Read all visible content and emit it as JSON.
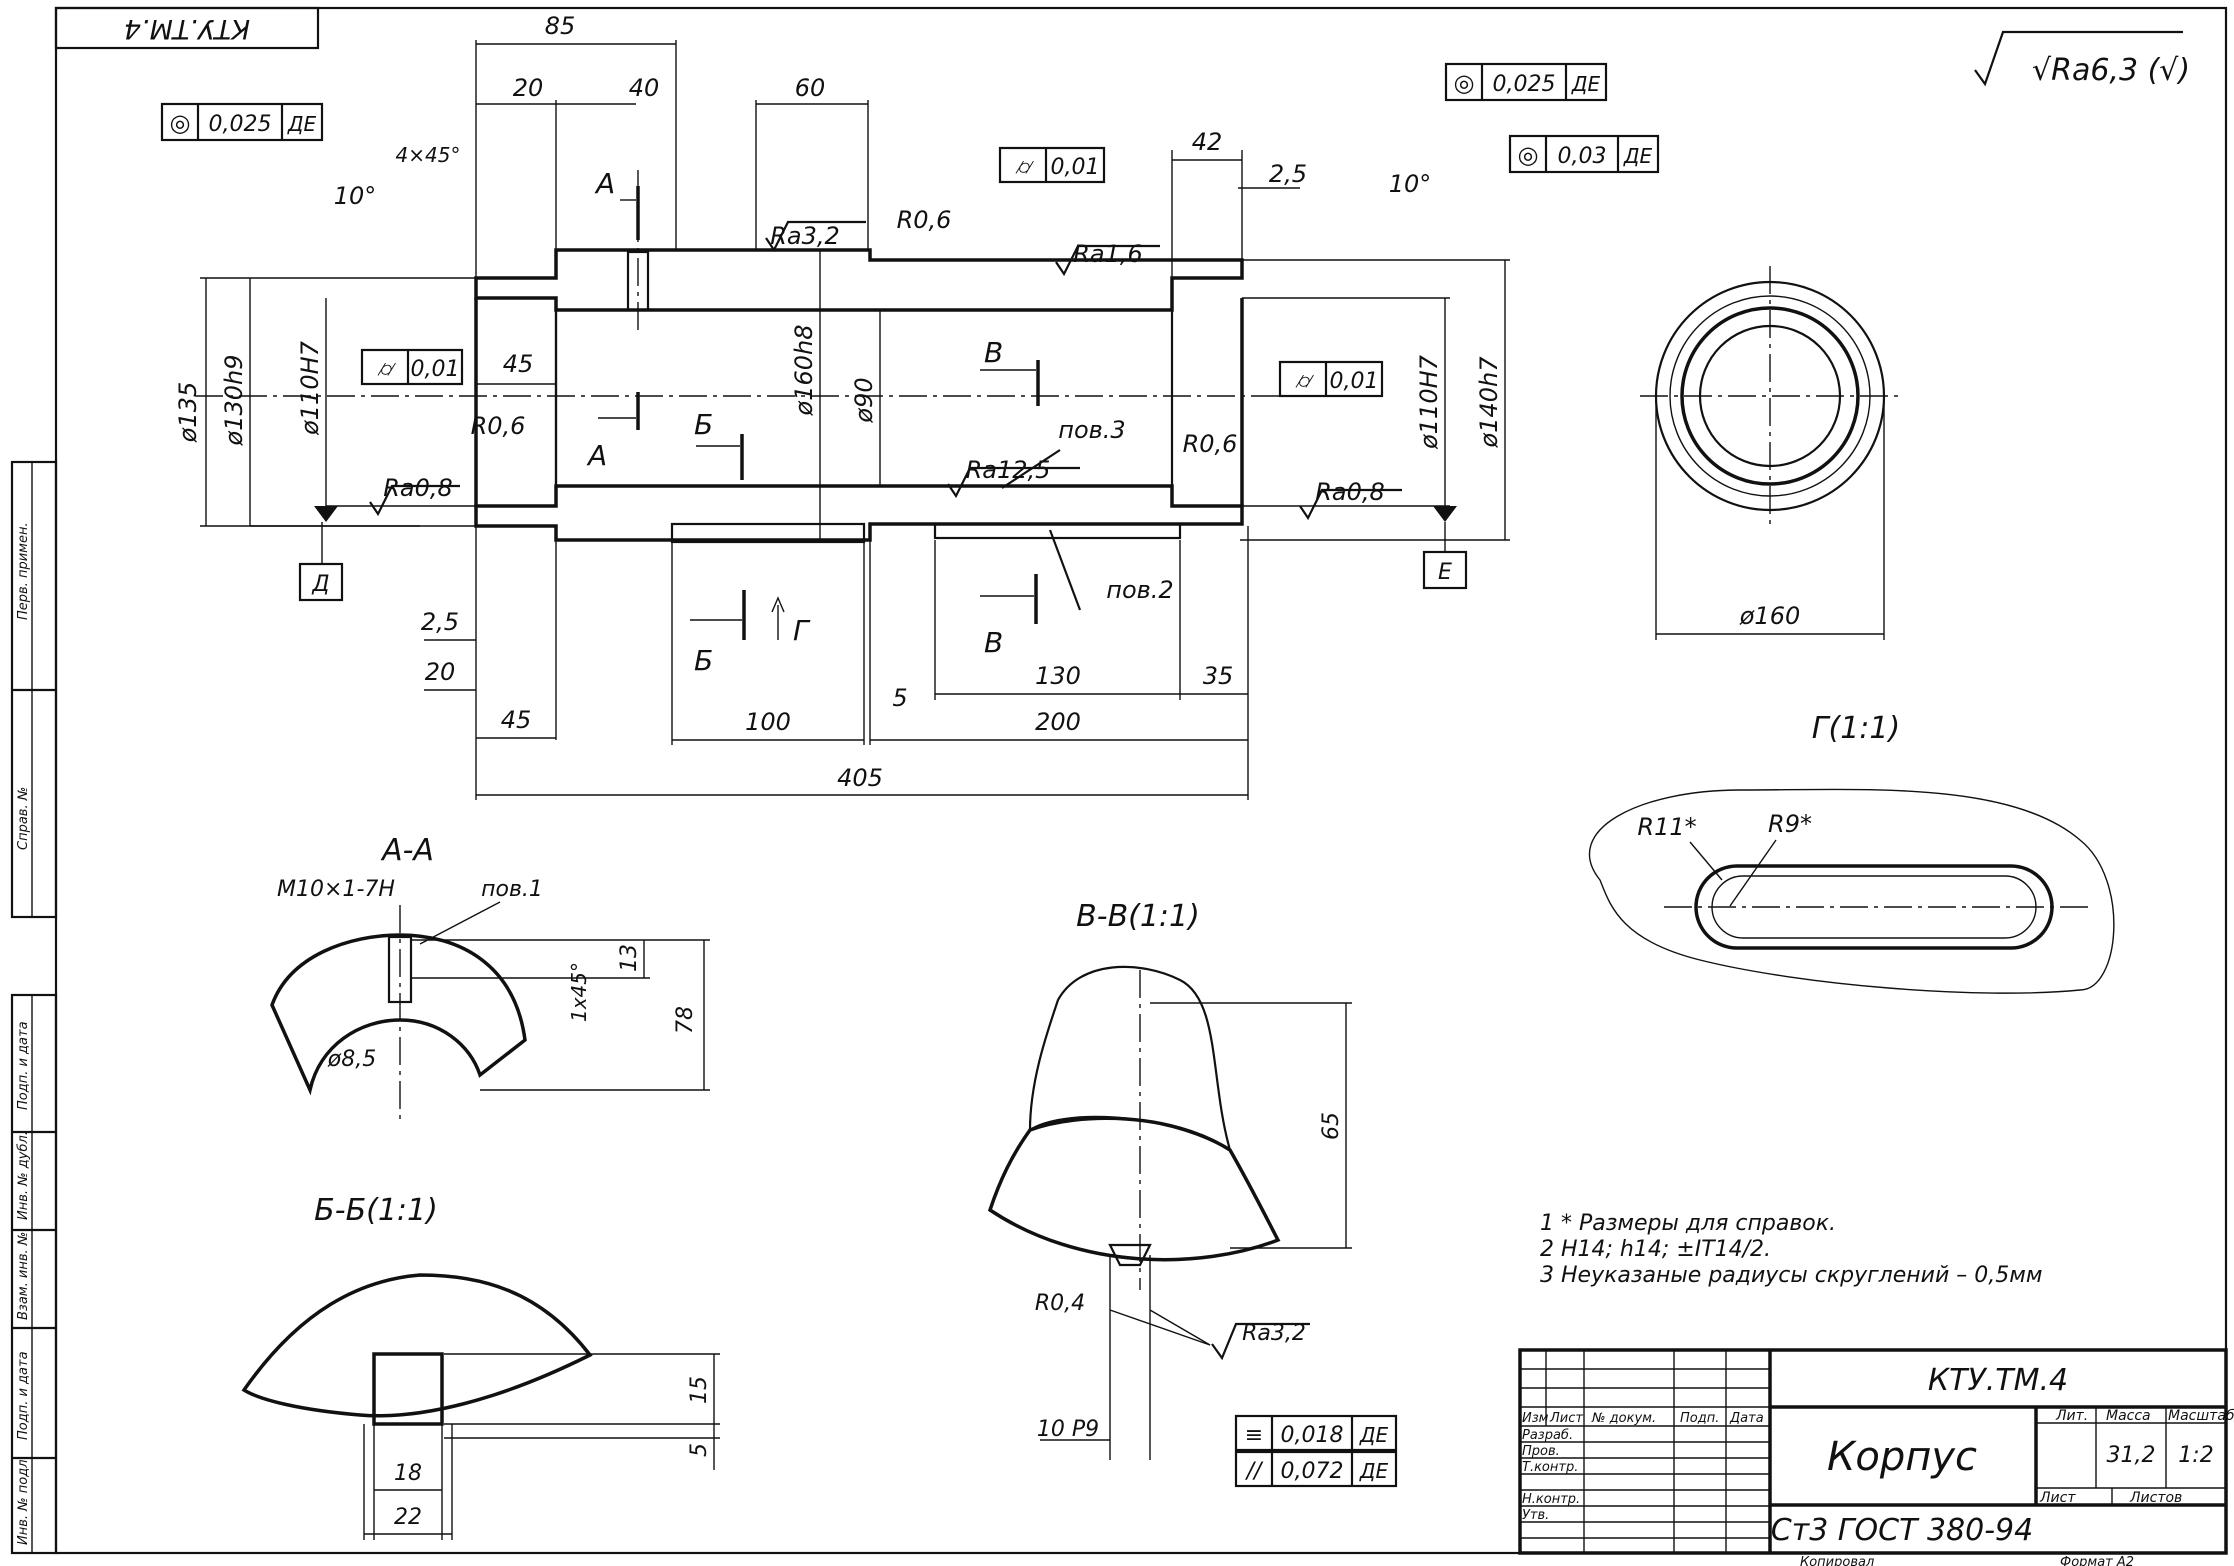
{
  "frame": {
    "stamp_top": "КТУ.ТМ.4",
    "roughness_general": "√Ra6,3 (√)",
    "side_stamp": [
      "Перв. примен.",
      "Справ. №",
      "Подп. и дата",
      "Инв. № дубл.",
      "Взам. инв. №",
      "Подп. и дата",
      "Инв. № подл."
    ]
  },
  "main_view": {
    "dims": {
      "d85": "85",
      "d20a": "20",
      "d40": "40",
      "d60": "60",
      "d42": "42",
      "d2_5a": "2,5",
      "chamfer": "4×45°",
      "ang_left": "10°",
      "ang_right": "10°",
      "d45a": "45",
      "d2_5b": "2,5",
      "d20b": "20",
      "d45b": "45",
      "d100": "100",
      "d5": "5",
      "d200": "200",
      "d130": "130",
      "d35": "35",
      "d405": "405",
      "dia135": "ø135",
      "dia130": "ø130h9",
      "dia110l": "ø110Н7",
      "dia160": "ø160h8",
      "dia90": "ø90",
      "dia110r": "ø110Н7",
      "dia140": "ø140h7",
      "r06a": "R0,6",
      "r06b": "R0,6",
      "r06c": "R0,6",
      "ra32": "Ra3,2",
      "ra16": "Ra1,6",
      "ra125": "Ra12,5",
      "ra08l": "Ra0,8",
      "ra08r": "Ra0,8",
      "pov3": "пов.3",
      "pov2": "пов.2"
    },
    "tolerances": [
      {
        "symbol": "◎",
        "value": "0,025",
        "base": "ДЕ"
      },
      {
        "symbol": "◎",
        "value": "0,025",
        "base": "ДЕ"
      },
      {
        "symbol": "◎",
        "value": "0,03",
        "base": "ДЕ"
      },
      {
        "symbol": "⌭",
        "value": "0,01",
        "base": ""
      },
      {
        "symbol": "⌭",
        "value": "0,01",
        "base": ""
      },
      {
        "symbol": "⌭",
        "value": "0,01",
        "base": ""
      }
    ],
    "datum_d": "Д",
    "datum_e": "Е",
    "sections": {
      "A1": "А",
      "A2": "А",
      "B1": "Б",
      "B2": "Б",
      "V1": "В",
      "V2": "В",
      "G": "Г"
    }
  },
  "end_view": {
    "dia": "ø160"
  },
  "view_g": {
    "title": "Г(1:1)",
    "r11": "R11*",
    "r9": "R9*"
  },
  "section_aa": {
    "title": "А-А",
    "thread": "М10×1-7Н",
    "pov1": "пов.1",
    "d85": "ø8,5",
    "ch": "1х45°",
    "d13": "13",
    "d78": "78"
  },
  "section_bb": {
    "title": "Б-Б(1:1)",
    "d15": "15",
    "d5": "5",
    "d18": "18",
    "d22": "22"
  },
  "section_vv": {
    "title": "В-В(1:1)",
    "d65": "65",
    "r04": "R0,4",
    "ra32": "Ra3,2",
    "p9": "10 Р9",
    "tol1": {
      "symbol": "≡",
      "value": "0,018",
      "base": "ДЕ"
    },
    "tol2": {
      "symbol": "//",
      "value": "0,072",
      "base": "ДЕ"
    }
  },
  "notes": [
    "1 * Размеры для справок.",
    "2  Н14; h14; ±IT14/2.",
    "3  Неуказаные радиусы скруглений – 0,5мм"
  ],
  "title_block": {
    "code": "КТУ.ТМ.4",
    "name": "Корпус",
    "material": "Ст3 ГОСТ 380-94",
    "lit": "Лит.",
    "mass_h": "Масса",
    "scale_h": "Масштаб",
    "mass": "31,2",
    "scale": "1:2",
    "sheet": "Лист",
    "sheets": "Листов",
    "cols": [
      "Изм",
      "Лист",
      "№ докум.",
      "Подп.",
      "Дата"
    ],
    "rows": [
      "Разраб.",
      "Пров.",
      "Т.контр.",
      "",
      "Н.контр.",
      "Утв."
    ],
    "copied": "Копировал",
    "format": "Формат   А2"
  }
}
